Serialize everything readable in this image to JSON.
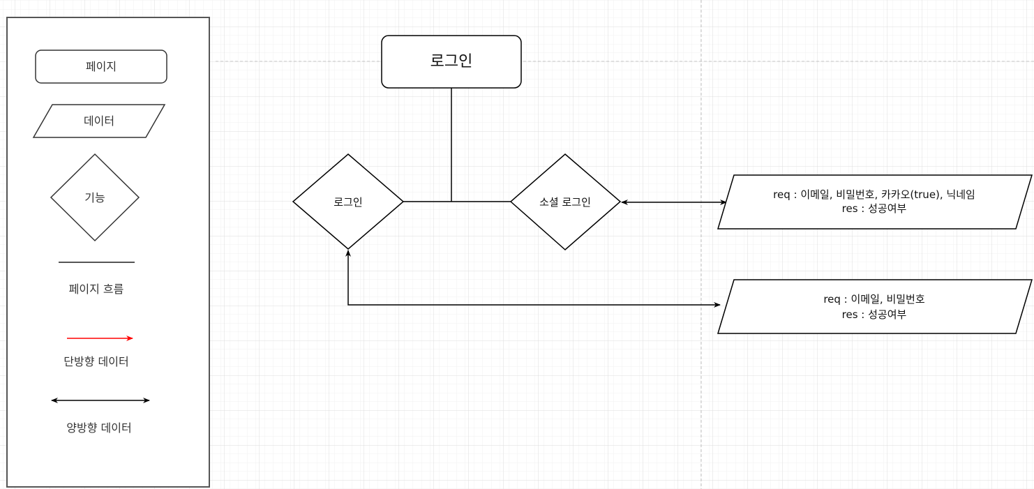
{
  "legend": {
    "page_label": "페이지",
    "data_label": "데이터",
    "function_label": "기능",
    "page_flow_label": "페이지 흐름",
    "one_way_label": "단방향 데이터",
    "two_way_label": "양방향 데이터",
    "one_way_color": "#ff0000"
  },
  "diagram": {
    "page_login": "로그인",
    "func_login": "로그인",
    "func_social_login": "소셜 로그인",
    "data_social": {
      "line1": "req : 이메일, 비밀번호, 카카오(true), 닉네임",
      "line2": "res : 성공여부"
    },
    "data_login": {
      "line1": "req : 이메일, 비밀번호",
      "line2": "res : 성공여부"
    }
  }
}
